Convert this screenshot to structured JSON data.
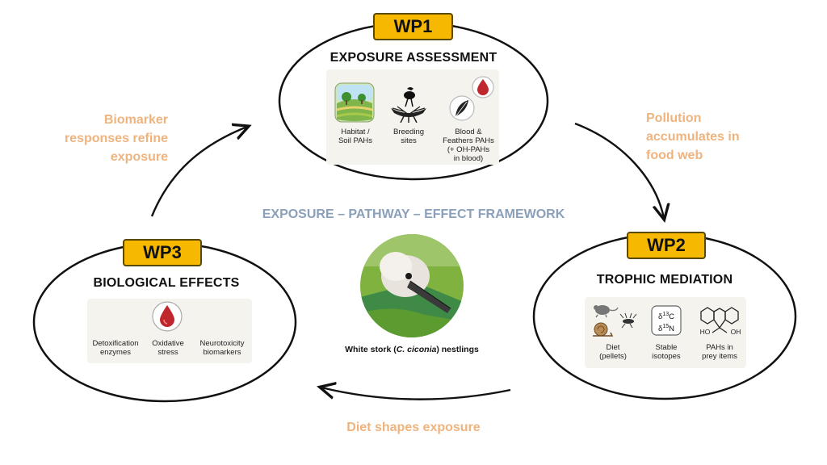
{
  "center_title": "EXPOSURE – PATHWAY – EFFECT FRAMEWORK",
  "wp1": {
    "badge": "WP1",
    "title": "EXPOSURE ASSESSMENT",
    "items": [
      {
        "icon": "field-icon",
        "line1": "Habitat /",
        "line2": "Soil PAHs",
        "line3": ""
      },
      {
        "icon": "nest-icon",
        "line1": "Breeding",
        "line2": "sites",
        "line3": ""
      },
      {
        "icon": "blood-feather-icon",
        "line1": "Blood &",
        "line2": "Feathers PAHs",
        "line3": "(+ OH-PAHs",
        "line4": "in blood)"
      }
    ]
  },
  "wp2": {
    "badge": "WP2",
    "title": "TROPHIC MEDIATION",
    "items": [
      {
        "icon": "prey-animals-icon",
        "line1": "Diet",
        "line2": "(pellets)"
      },
      {
        "icon": "isotope-icon",
        "line1": "Stable",
        "line2": "isotopes",
        "iso1": "δ13C",
        "iso2": "δ15N"
      },
      {
        "icon": "pah-molecule-icon",
        "line1": "PAHs in",
        "line2": "prey items",
        "oh_left": "HO",
        "oh_right": "OH"
      }
    ]
  },
  "wp3": {
    "badge": "WP3",
    "title": "BIOLOGICAL EFFECTS",
    "items": [
      {
        "icon": "none",
        "line1": "Detoxification",
        "line2": "enzymes"
      },
      {
        "icon": "blood-drop-icon",
        "line1": "Oxidative",
        "line2": "stress"
      },
      {
        "icon": "none",
        "line1": "Neurotoxicity",
        "line2": "biomarkers"
      }
    ]
  },
  "arrows": {
    "top_right": [
      "Pollution",
      "accumulates in",
      "food web"
    ],
    "bottom": "Diet shapes exposure",
    "top_left": [
      "Biomarker",
      "responses refine",
      "exposure"
    ]
  },
  "stork_caption": {
    "prefix": "White stork (",
    "species": "C. ciconia",
    "suffix": ") nestlings"
  },
  "colors": {
    "badge": "#f6b800",
    "arrow_text": "#efb37e",
    "center_title": "#8aa0ba",
    "drop": "#c0272d"
  }
}
